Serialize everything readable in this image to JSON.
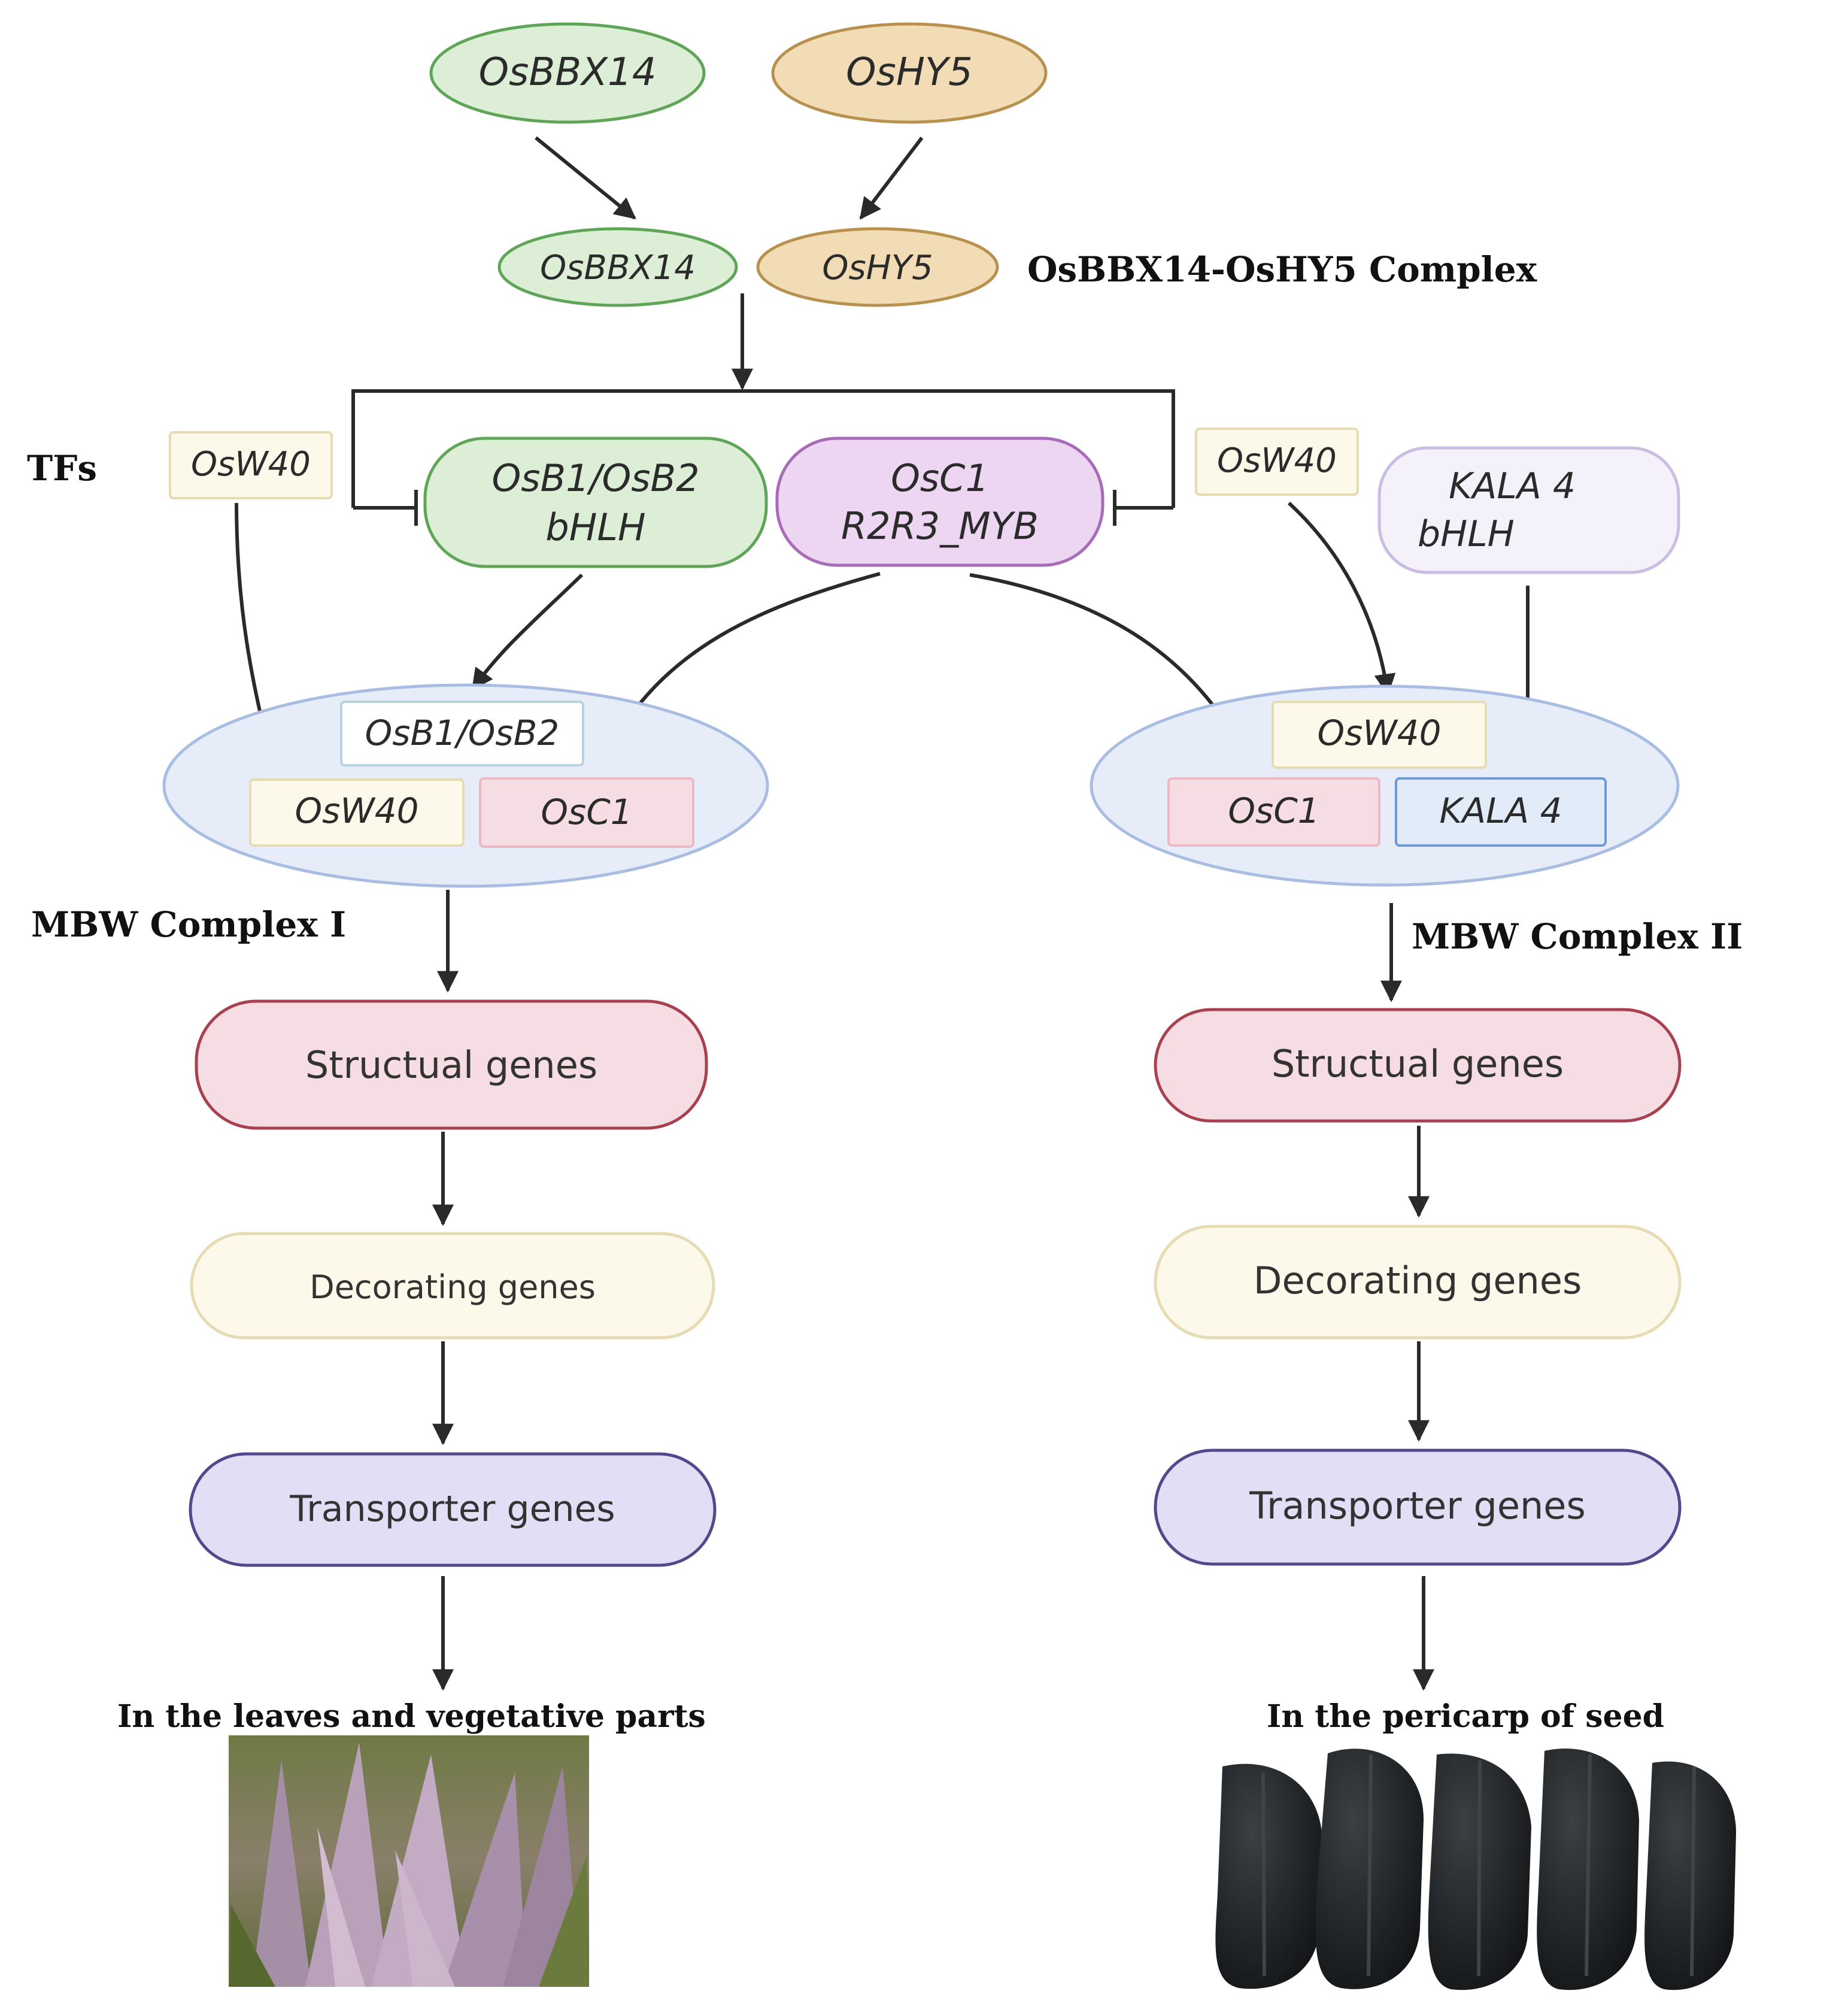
{
  "top": {
    "bbx14": "OsBBX14",
    "hy5": "OsHY5"
  },
  "complex": {
    "bbx14": "OsBBX14",
    "hy5": "OsHY5",
    "label": "OsBBX14-OsHY5 Complex"
  },
  "tfs": {
    "label": "TFs",
    "w40_left": "OsW40",
    "b1b2_line1": "OsB1/OsB2",
    "b1b2_line2": "bHLH",
    "c1_line1": "OsC1",
    "c1_line2": "R2R3_MYB",
    "w40_right": "OsW40",
    "kala_line1": "KALA 4",
    "kala_line2": "bHLH"
  },
  "mbw1": {
    "b1b2": "OsB1/OsB2",
    "w40": "OsW40",
    "c1": "OsC1",
    "label": "MBW Complex I"
  },
  "mbw2": {
    "w40": "OsW40",
    "c1": "OsC1",
    "kala": "KALA 4",
    "label": "MBW Complex II"
  },
  "left_path": {
    "structural": "Structual genes",
    "decorating": "Decorating genes",
    "transporter": "Transporter genes",
    "caption": "In the leaves and vegetative parts"
  },
  "right_path": {
    "structural": "Structual genes",
    "decorating": "Decorating genes",
    "transporter": "Transporter genes",
    "caption": "In the pericarp of seed"
  },
  "colors": {
    "green_fill": "#dcefd6",
    "green_stroke": "#5fa557",
    "tan_fill": "#f1dcb6",
    "tan_stroke": "#b9914f",
    "purple_fill": "#ecd6f1",
    "purple_stroke": "#a86bb8",
    "lavender_fill": "#f5f1fb",
    "lavender_stroke": "#c9bde2",
    "blue_fill": "#e6edf8",
    "blue_stroke": "#a9bde2",
    "pink_fill": "#f6dde4",
    "pink_stroke": "#a8414f",
    "cream_fill": "#fdf9ea",
    "cream_stroke": "#e6dbb2",
    "violet_fill": "#e2def6",
    "violet_stroke": "#54488c"
  }
}
